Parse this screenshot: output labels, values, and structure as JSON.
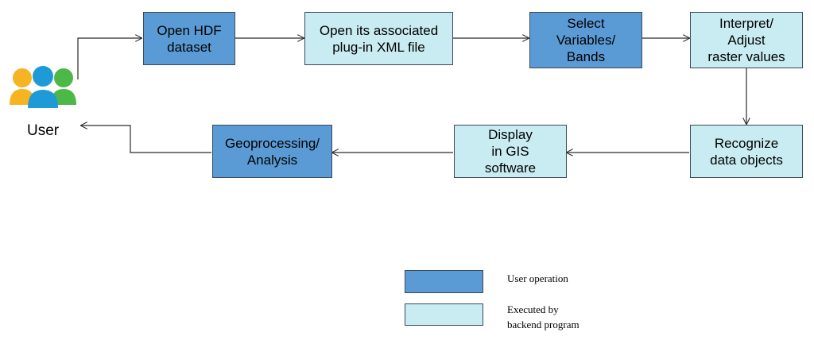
{
  "user": {
    "label": "User"
  },
  "steps": [
    {
      "id": "open-hdf",
      "text": "Open HDF\ndataset",
      "kind": "user"
    },
    {
      "id": "open-xml",
      "text": "Open its associated\nplug-in XML file",
      "kind": "backend"
    },
    {
      "id": "select-vars",
      "text": "Select\nVariables/\nBands",
      "kind": "user"
    },
    {
      "id": "interpret",
      "text": "Interpret/\nAdjust\nraster values",
      "kind": "backend"
    },
    {
      "id": "recognize",
      "text": "Recognize\ndata objects",
      "kind": "backend"
    },
    {
      "id": "display",
      "text": "Display\nin GIS\nsoftware",
      "kind": "backend"
    },
    {
      "id": "geoprocessing",
      "text": "Geoprocessing/\nAnalysis",
      "kind": "user"
    }
  ],
  "legend": {
    "user_operation": "User operation",
    "backend": "Executed by\nbackend program"
  },
  "colors": {
    "user_operation": "#5b9bd5",
    "backend": "#c8ecf1",
    "line": "#2b2b2b"
  }
}
